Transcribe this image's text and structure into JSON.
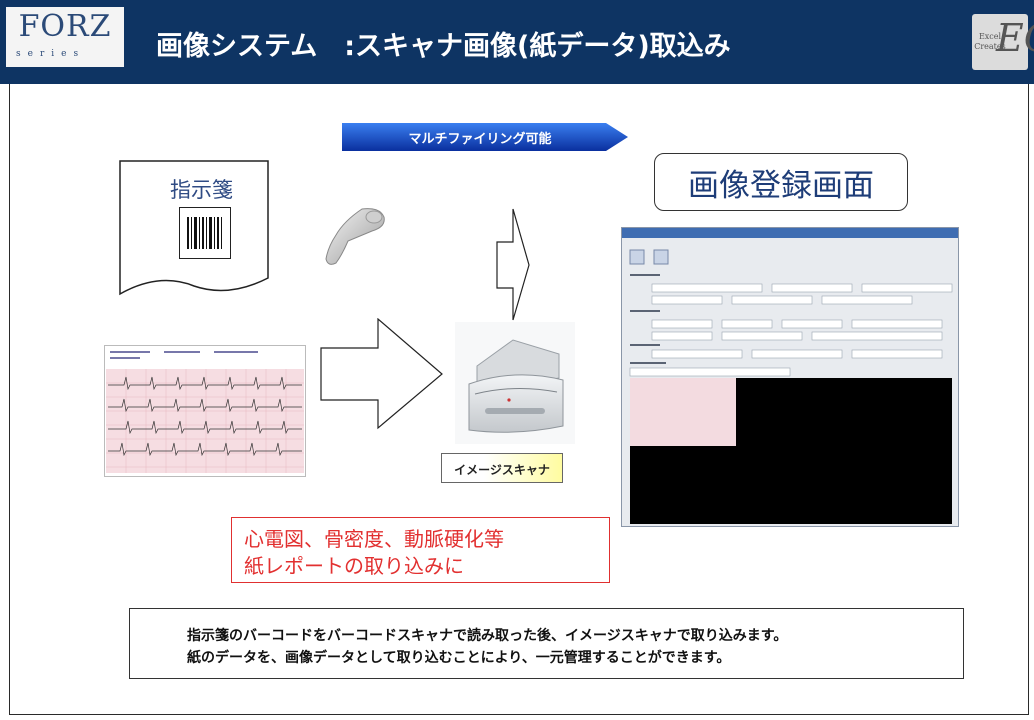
{
  "header": {
    "logo_text": "FORZ",
    "logo_sub": "series",
    "title": "画像システム　:スキャナ画像(紙データ)取込み",
    "brand_small": "Excel Creates",
    "brand_mark": "EC",
    "background_color": "#0e3463"
  },
  "banner": {
    "label": "マルチファイリング可能"
  },
  "paper": {
    "label": "指示箋",
    "icon": "barcode-icon"
  },
  "devices": {
    "barcode_scanner_icon": "barcode-scanner-icon",
    "image_scanner_icon": "document-scanner-icon"
  },
  "callout": {
    "label": "画像登録画面"
  },
  "scanner_label": "イメージスキャナ",
  "note": {
    "line1": "心電図、骨密度、動脈硬化等",
    "line2": "紙レポートの取り込みに",
    "color": "#e23030"
  },
  "caption": {
    "line1": "指示箋のバーコードをバーコードスキャナで読み取った後、イメージスキャナで取り込みます。",
    "line2": "紙のデータを、画像データとして取り込むことにより、一元管理することができます。"
  }
}
